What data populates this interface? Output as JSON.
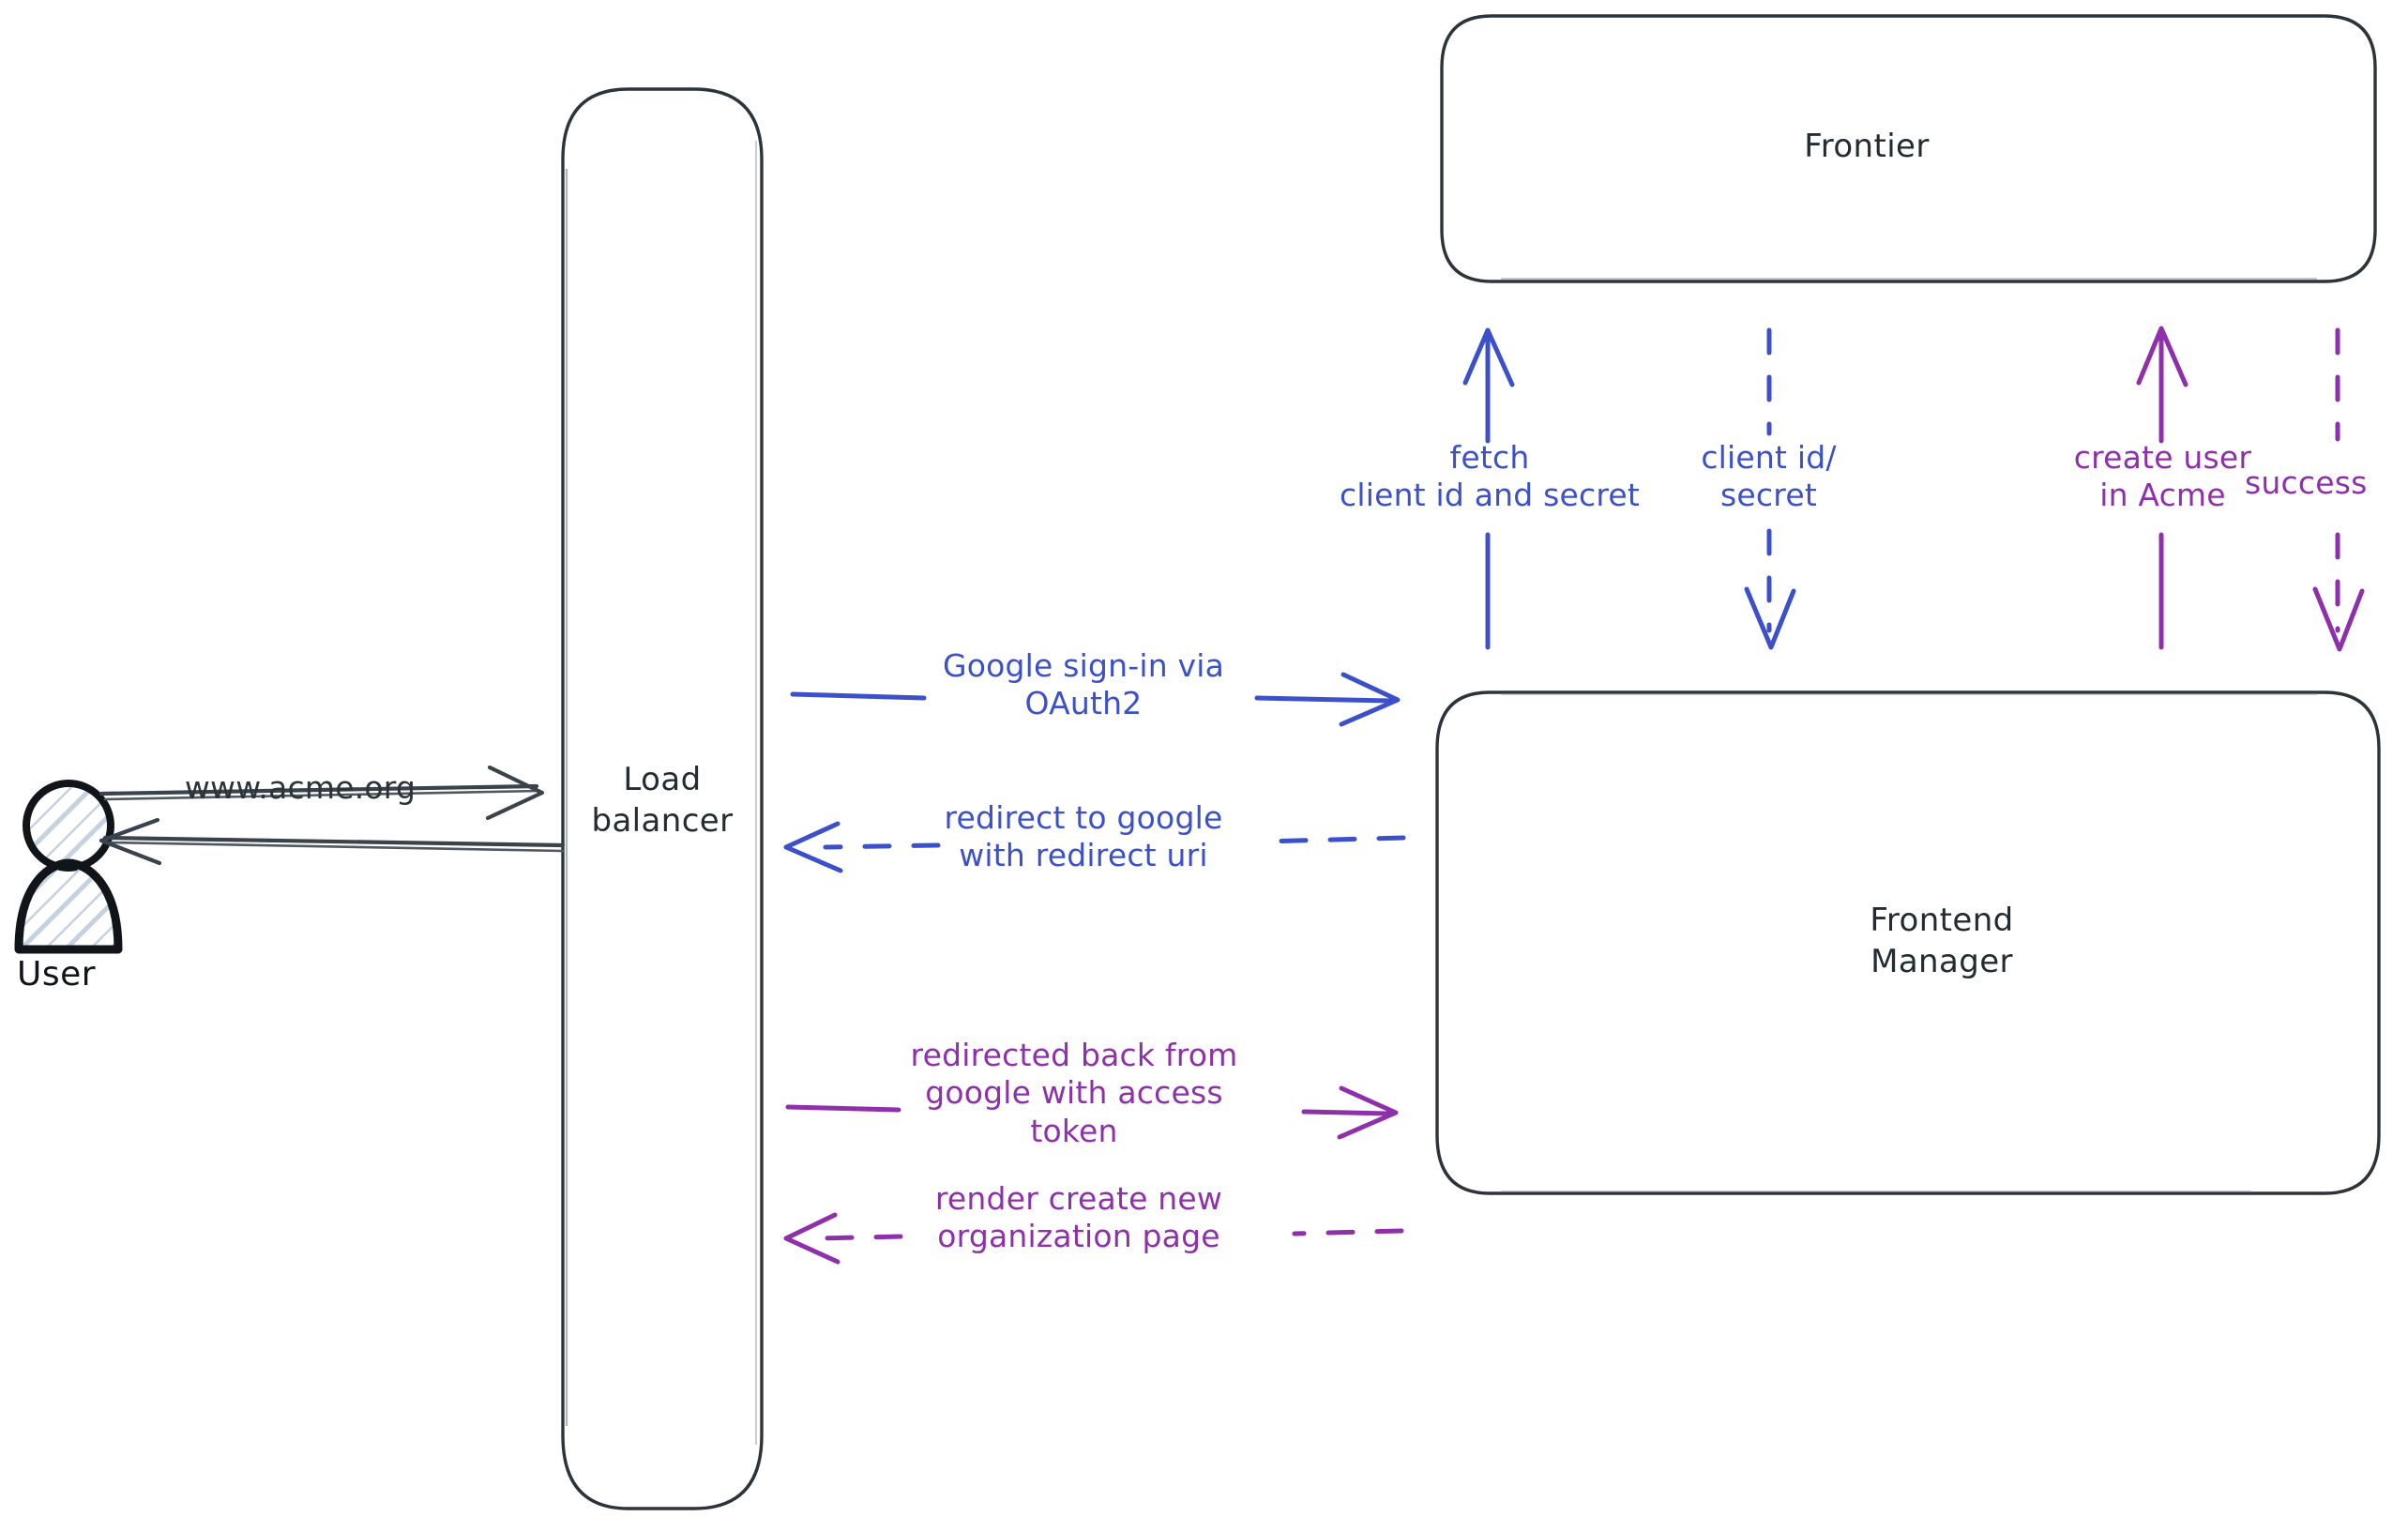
{
  "diagram": {
    "title": "Google OAuth2 sign-in flow",
    "background": "#ffffff",
    "colors": {
      "stroke_dark": "#2b333b",
      "blue": "#3b50c9",
      "purple": "#8f30ab",
      "actor_outline": "#111418",
      "actor_hatch": "#c7d2e0"
    }
  },
  "actors": {
    "user": {
      "label": "User",
      "icon": "person-icon"
    }
  },
  "nodes": [
    {
      "id": "load-balancer",
      "label": "Load\nbalancer",
      "shape": "rounded-rect"
    },
    {
      "id": "frontier",
      "label": "Frontier",
      "shape": "rounded-rect"
    },
    {
      "id": "frontend-manager",
      "label": "Frontend\nManager",
      "shape": "rounded-rect"
    }
  ],
  "edges": [
    {
      "id": "user-to-lb",
      "label": "www.acme.org",
      "from": "user",
      "to": "load-balancer",
      "color": "#2b333b",
      "style": "solid",
      "direction": "right"
    },
    {
      "id": "lb-to-user",
      "label": "",
      "from": "load-balancer",
      "to": "user",
      "color": "#2b333b",
      "style": "solid",
      "direction": "left"
    },
    {
      "id": "lb-to-fm-signin",
      "label": "Google sign-in via\nOAuth2",
      "from": "load-balancer",
      "to": "frontend-manager",
      "color": "#3b50c9",
      "style": "solid",
      "direction": "right"
    },
    {
      "id": "fm-to-lb-redirect",
      "label": "redirect to google\nwith redirect uri",
      "from": "frontend-manager",
      "to": "load-balancer",
      "color": "#3b50c9",
      "style": "dashed",
      "direction": "left"
    },
    {
      "id": "lb-to-fm-token",
      "label": "redirected back from\ngoogle with access\ntoken",
      "from": "load-balancer",
      "to": "frontend-manager",
      "color": "#8f30ab",
      "style": "solid",
      "direction": "right"
    },
    {
      "id": "fm-to-lb-render",
      "label": "render create new\norganization page",
      "from": "frontend-manager",
      "to": "load-balancer",
      "color": "#8f30ab",
      "style": "dashed",
      "direction": "left"
    },
    {
      "id": "fm-to-frontier-fetch",
      "label": "fetch\nclient id and secret",
      "from": "frontend-manager",
      "to": "frontier",
      "color": "#3b50c9",
      "style": "solid",
      "direction": "up"
    },
    {
      "id": "frontier-to-fm-creds",
      "label": "client id/\nsecret",
      "from": "frontier",
      "to": "frontend-manager",
      "color": "#3b50c9",
      "style": "dashed",
      "direction": "down"
    },
    {
      "id": "fm-to-frontier-create-user",
      "label": "create user\nin Acme",
      "from": "frontend-manager",
      "to": "frontier",
      "color": "#8f30ab",
      "style": "solid",
      "direction": "up"
    },
    {
      "id": "frontier-to-fm-success",
      "label": "success",
      "from": "frontier",
      "to": "frontend-manager",
      "color": "#8f30ab",
      "style": "dashed",
      "direction": "down"
    }
  ]
}
